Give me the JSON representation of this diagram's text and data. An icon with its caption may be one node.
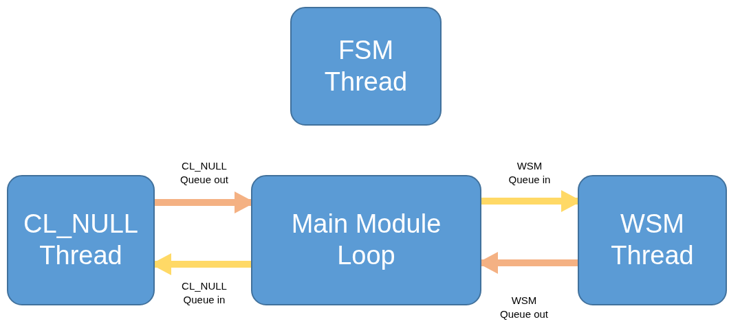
{
  "diagram": {
    "nodes": [
      {
        "text": [
          "FSM Thread"
        ]
      },
      {
        "text": [
          "CL_NULL Thread"
        ]
      },
      {
        "text": [
          "Main Module Loop"
        ]
      },
      {
        "text": [
          "WSM Thread"
        ]
      }
    ],
    "edges": [
      {
        "from": 1,
        "to": 2,
        "arrow": "to",
        "label": "CL_NULL Queue out",
        "color": "#f4b183"
      },
      {
        "from": 2,
        "to": 1,
        "arrow": "to",
        "label": "CL_NULL Queue in",
        "color": "#ffd966"
      },
      {
        "from": 2,
        "to": 3,
        "arrow": "to",
        "label": "WSM Queue in",
        "color": "#ffd966"
      },
      {
        "from": 3,
        "to": 2,
        "arrow": "to",
        "label": "WSM Queue out",
        "color": "#f4b183"
      }
    ]
  }
}
